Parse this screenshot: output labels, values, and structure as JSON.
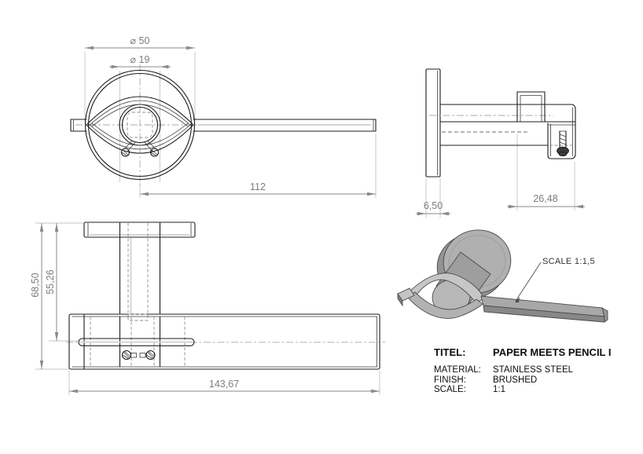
{
  "colors": {
    "paper": "#ffffff",
    "model_line": "#1d1d1d",
    "dimension_line": "#8a8a8a",
    "dimension_text": "#7d7d7d",
    "hidden_line": "#8f8f8f",
    "centerline": "#a8a8a8",
    "projection_line": "#c4c4c4",
    "render_gray": "#a8a8a8",
    "title_text": "#0d0d0d"
  },
  "views": {
    "front": {
      "dims": {
        "rose_diameter": "⌀ 50",
        "bore_diameter": "⌀ 19",
        "lever_length": "112"
      }
    },
    "side": {
      "dims": {
        "rose_thickness": "6,50",
        "grip_length": "26,48"
      }
    },
    "bottom": {
      "dims": {
        "overall_height": "68,50",
        "slot_height": "55,26",
        "overall_length": "143,67"
      }
    },
    "iso": {
      "scale_note": "SCALE 1:1,5"
    }
  },
  "title_block": {
    "rows": [
      {
        "label": "TITEL:",
        "value": "PAPER MEETS PENCIL I"
      },
      {
        "label": "MATERIAL:",
        "value": "STAINLESS STEEL"
      },
      {
        "label": "FINISH:",
        "value": "BRUSHED"
      },
      {
        "label": "SCALE:",
        "value": "1:1"
      }
    ]
  }
}
